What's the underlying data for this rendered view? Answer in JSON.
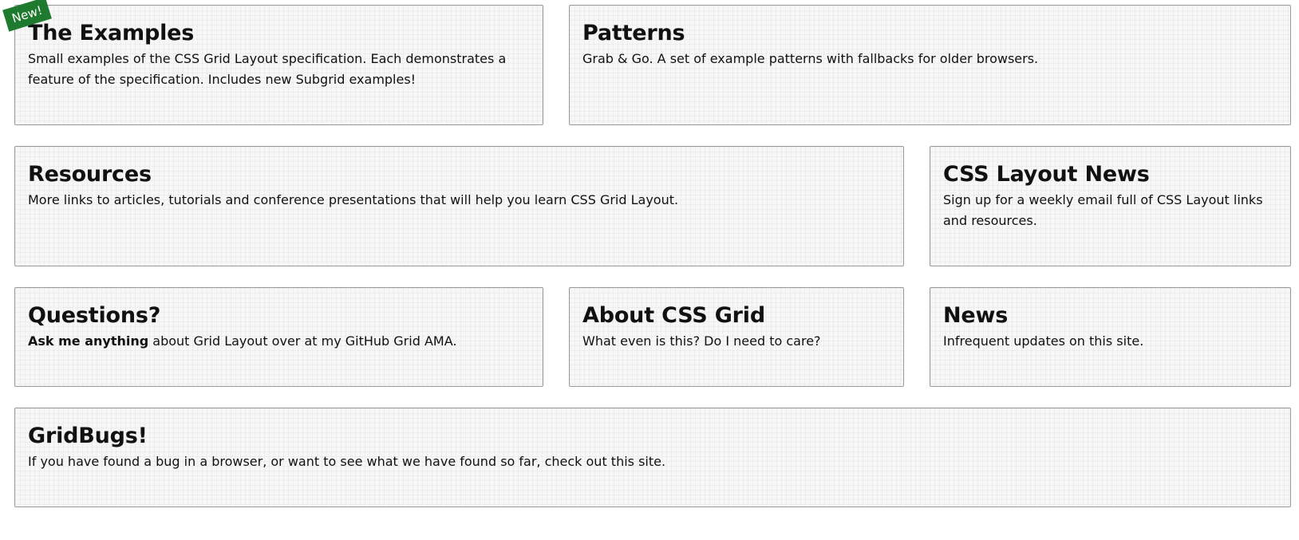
{
  "ribbon": {
    "label": "New!",
    "color": "#1e7a2e"
  },
  "cards": {
    "examples": {
      "title": "The Examples",
      "text": "Small examples of the CSS Grid Layout specification. Each demonstrates a feature of the specification. Includes new Subgrid examples!"
    },
    "patterns": {
      "title": "Patterns",
      "text": "Grab & Go. A set of example patterns with fallbacks for older browsers."
    },
    "resources": {
      "title": "Resources",
      "text": "More links to articles, tutorials and conference presentations that will help you learn CSS Grid Layout."
    },
    "css_layout_news": {
      "title": "CSS Layout News",
      "text": "Sign up for a weekly email full of CSS Layout links and resources."
    },
    "questions": {
      "title": "Questions?",
      "text_bold": "Ask me anything",
      "text": " about Grid Layout over at my GitHub Grid AMA."
    },
    "about": {
      "title": "About CSS Grid",
      "text": "What even is this? Do I need to care?"
    },
    "news": {
      "title": "News",
      "text": "Infrequent updates on this site."
    },
    "gridbugs": {
      "title": "GridBugs!",
      "text": "If you have found a bug in a browser, or want to see what we have found so far, check out this site."
    }
  }
}
